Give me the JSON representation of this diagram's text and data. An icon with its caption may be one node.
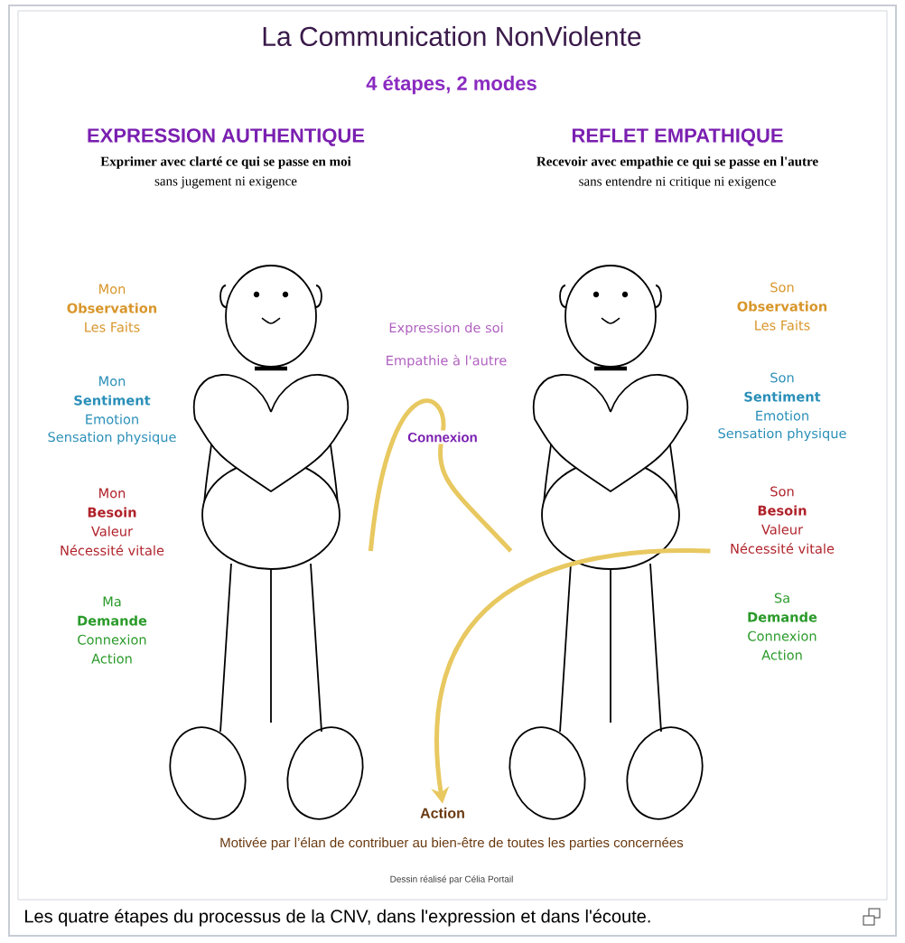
{
  "diagram": {
    "title": "La Communication NonViolente",
    "caption": "Les quatre étapes du processus de la CNV, dans l'expression et dans l'écoute.",
    "nodes": [
      {
        "text": [],
        "shape": "person"
      },
      {
        "text": [],
        "shape": "person"
      },
      {
        "text": [
          "Action"
        ]
      }
    ],
    "edges": [
      {
        "from": 0,
        "to": 1,
        "arrow": "none",
        "label": "Connexion"
      },
      {
        "from": 1,
        "to": 2,
        "arrow": "to"
      }
    ],
    "labels": [
      "4 étapes, 2 modes",
      "EXPRESSION AUTHENTIQUE",
      "REFLET EMPATHIQUE",
      "Exprimer avec clarté ce qui se passe en moi",
      "Recevoir avec empathie ce qui se passe en l'autre",
      "sans jugement ni exigence",
      "sans entendre ni critique ni exigence",
      "Mon",
      "Observation",
      "Les Faits",
      "Expression de soi",
      "Son",
      "Observation",
      "Les Faits",
      "Empathie à l'autre",
      "Mon",
      "Sentiment",
      "Emotion",
      "Sensation physique",
      "Son",
      "Sentiment",
      "Emotion",
      "Sensation physique",
      "Mon",
      "Besoin",
      "Valeur",
      "Nécessité vitale",
      "Son",
      "Besoin",
      "Valeur",
      "Nécessité vitale",
      "Ma",
      "Demande",
      "Connexion",
      "Action",
      "Sa",
      "Demande",
      "Connexion",
      "Action",
      "Motivée par l’élan de contribuer au bien-être de toutes les parties concernées",
      "Dessin réalisé par Célia Portail"
    ]
  }
}
